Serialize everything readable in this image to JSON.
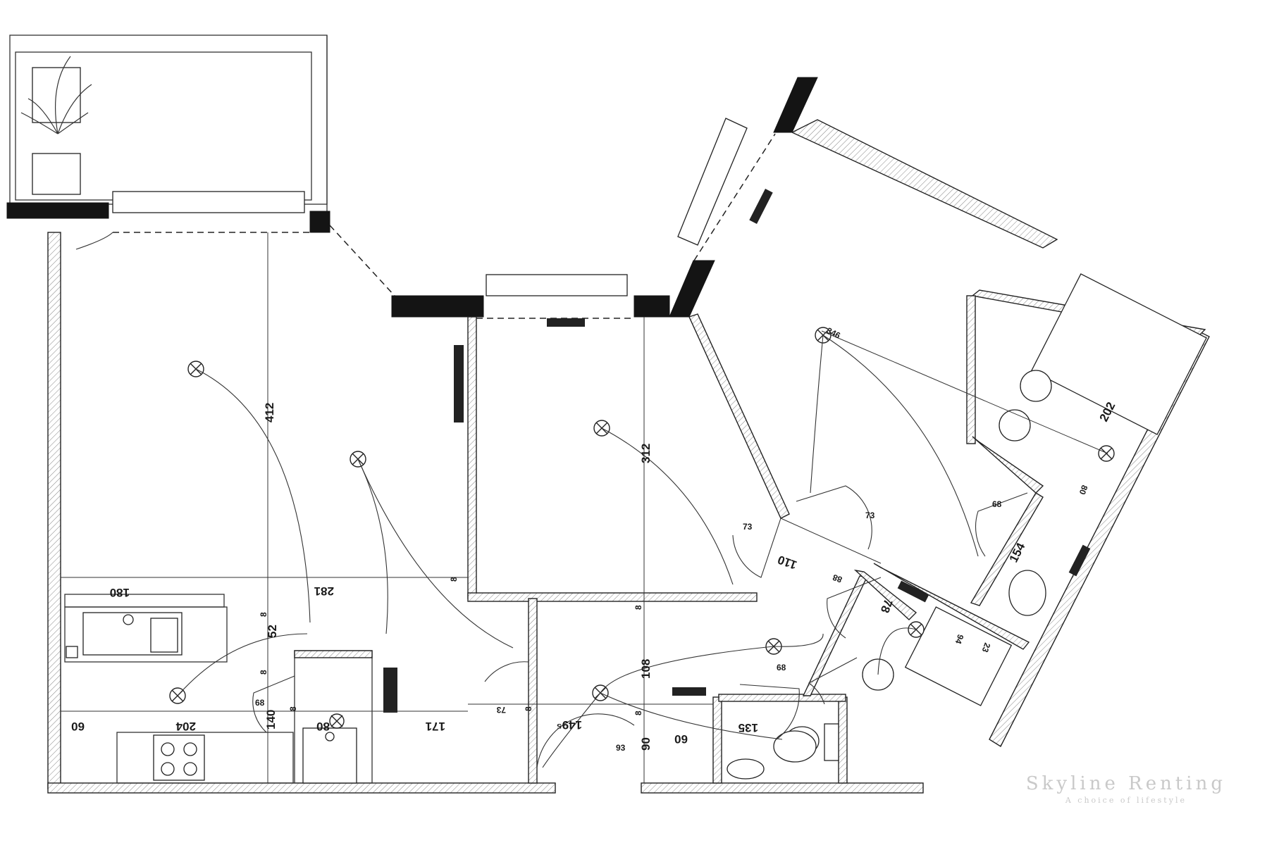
{
  "dimensions": {
    "d412": "412",
    "d312": "312",
    "d180": "180",
    "d281": "281",
    "d52": "52",
    "d8a": "8",
    "d8b": "8",
    "d8c": "8",
    "d8d": "8",
    "d8e": "8",
    "d8f": "8",
    "d8g": "8",
    "d60a": "60",
    "d204": "204",
    "d140": "140",
    "d80": "80",
    "d171": "171",
    "d73a": "73",
    "d149": "149⁵",
    "d108": "108",
    "d90": "90",
    "d60b": "60",
    "d93": "93",
    "d135": "135",
    "d68a": "68",
    "d68b": "68",
    "d68c": "68",
    "d73b": "73",
    "d73c": "73",
    "d110": "110",
    "d88": "88",
    "d78": "78",
    "d94": "94",
    "d23": "23",
    "d154": "154",
    "d202": "202",
    "d346": "346",
    "d80b": "80"
  },
  "brand": {
    "name": "Skyline Renting",
    "tagline": "A choice of lifestyle"
  }
}
